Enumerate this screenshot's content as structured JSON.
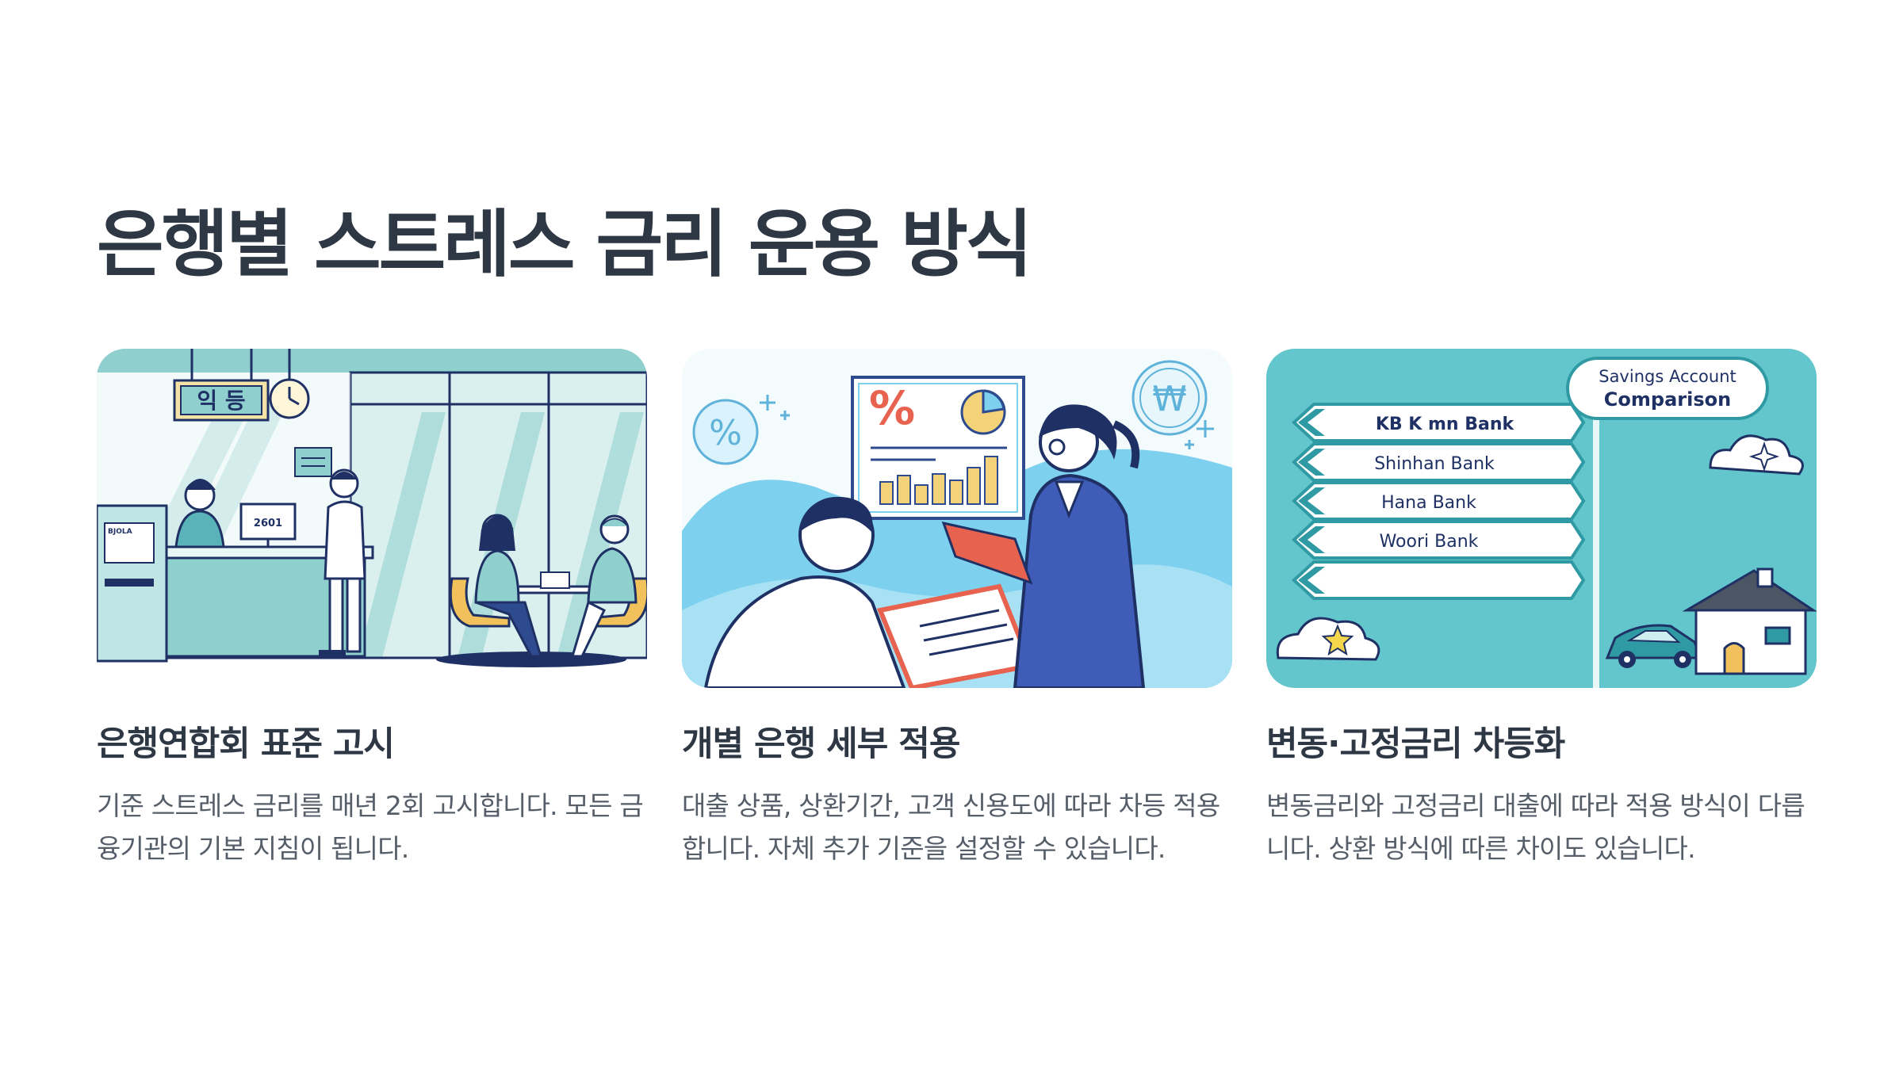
{
  "page": {
    "title": "은행별 스트레스 금리 운용 방식"
  },
  "cards": [
    {
      "title": "은행연합회 표준 고시",
      "description": "기준 스트레스 금리를 매년 2회 고시합니다. 모든 금융기관의 기본 지침이 됩니다.",
      "illustration": {
        "sign_text": "익 등",
        "counter_screen": "2601",
        "atm_label": "BJOLA",
        "icons": [
          "clock-icon",
          "person-icon",
          "atm-icon"
        ]
      }
    },
    {
      "title": "개별 은행 세부 적용",
      "description": "대출 상품, 상환기간, 고객 신용도에 따라 차등 적용합니다. 자체 추가 기준을 설정할 수 있습니다.",
      "illustration": {
        "percent_symbol": "%",
        "won_symbol": "₩",
        "icons": [
          "percent-icon",
          "pie-chart-icon",
          "bar-chart-icon",
          "sparkle-icon"
        ]
      }
    },
    {
      "title": "변동·고정금리 차등화",
      "description": "변동금리와 고정금리 대출에 따라 적용 방식이 다릅니다. 상환 방식에 따른 차이도 있습니다.",
      "illustration": {
        "badge_line1": "Savings Account",
        "badge_line2": "Comparison",
        "signs": [
          "KB K    mn Bank",
          "Shinhan Bank",
          "Hana Bank",
          "Woori Bank",
          ""
        ],
        "icons": [
          "house-icon",
          "car-icon",
          "cloud-icon",
          "star-icon"
        ]
      }
    }
  ],
  "colors": {
    "title": "#2e3744",
    "body": "#555e69",
    "teal": "#8fd0cf",
    "sky": "#7dd0ee",
    "navy": "#1f3164",
    "coral": "#e7624f",
    "card3_bg": "#62c6cc"
  }
}
